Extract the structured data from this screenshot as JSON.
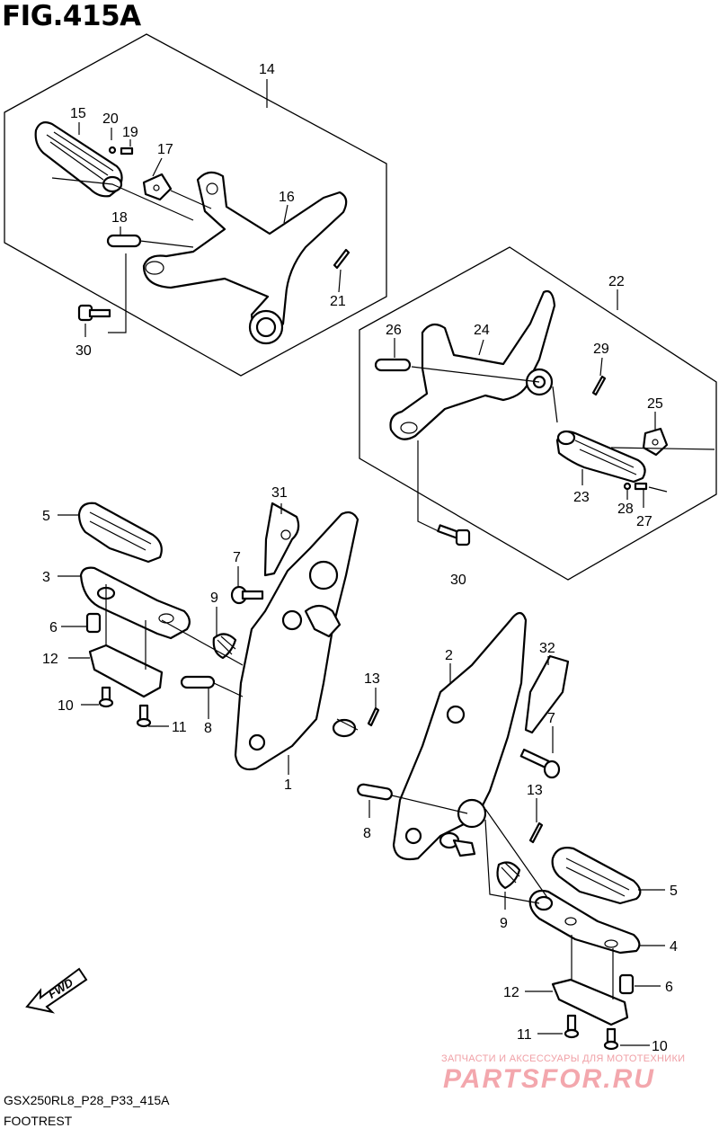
{
  "figure_title": "FIG.415A",
  "model_code": "GSX250RL8_P28_P33_415A",
  "caption": "FOOTREST",
  "direction_label": "FWD",
  "watermark": {
    "small": "ЗАПЧАСТИ И АКСЕССУАРЫ ДЛЯ МОТОТЕХНИКИ",
    "big": "PARTSFOR.RU"
  },
  "callouts": {
    "c14": "14",
    "c15": "15",
    "c20": "20",
    "c19": "19",
    "c17": "17",
    "c16": "16",
    "c18": "18",
    "c21": "21",
    "c30a": "30",
    "c22": "22",
    "c26": "26",
    "c24": "24",
    "c29": "29",
    "c25": "25",
    "c23": "23",
    "c28": "28",
    "c27": "27",
    "c30b": "30",
    "c31": "31",
    "c5a": "5",
    "c3": "3",
    "c7a": "7",
    "c9a": "9",
    "c6a": "6",
    "c12a": "12",
    "c13a": "13",
    "c10a": "10",
    "c11a": "11",
    "c8a": "8",
    "c1": "1",
    "c2": "2",
    "c32": "32",
    "c7b": "7",
    "c13b": "13",
    "c8b": "8",
    "c5b": "5",
    "c9b": "9",
    "c4": "4",
    "c12b": "12",
    "c6b": "6",
    "c11b": "11",
    "c10b": "10"
  }
}
